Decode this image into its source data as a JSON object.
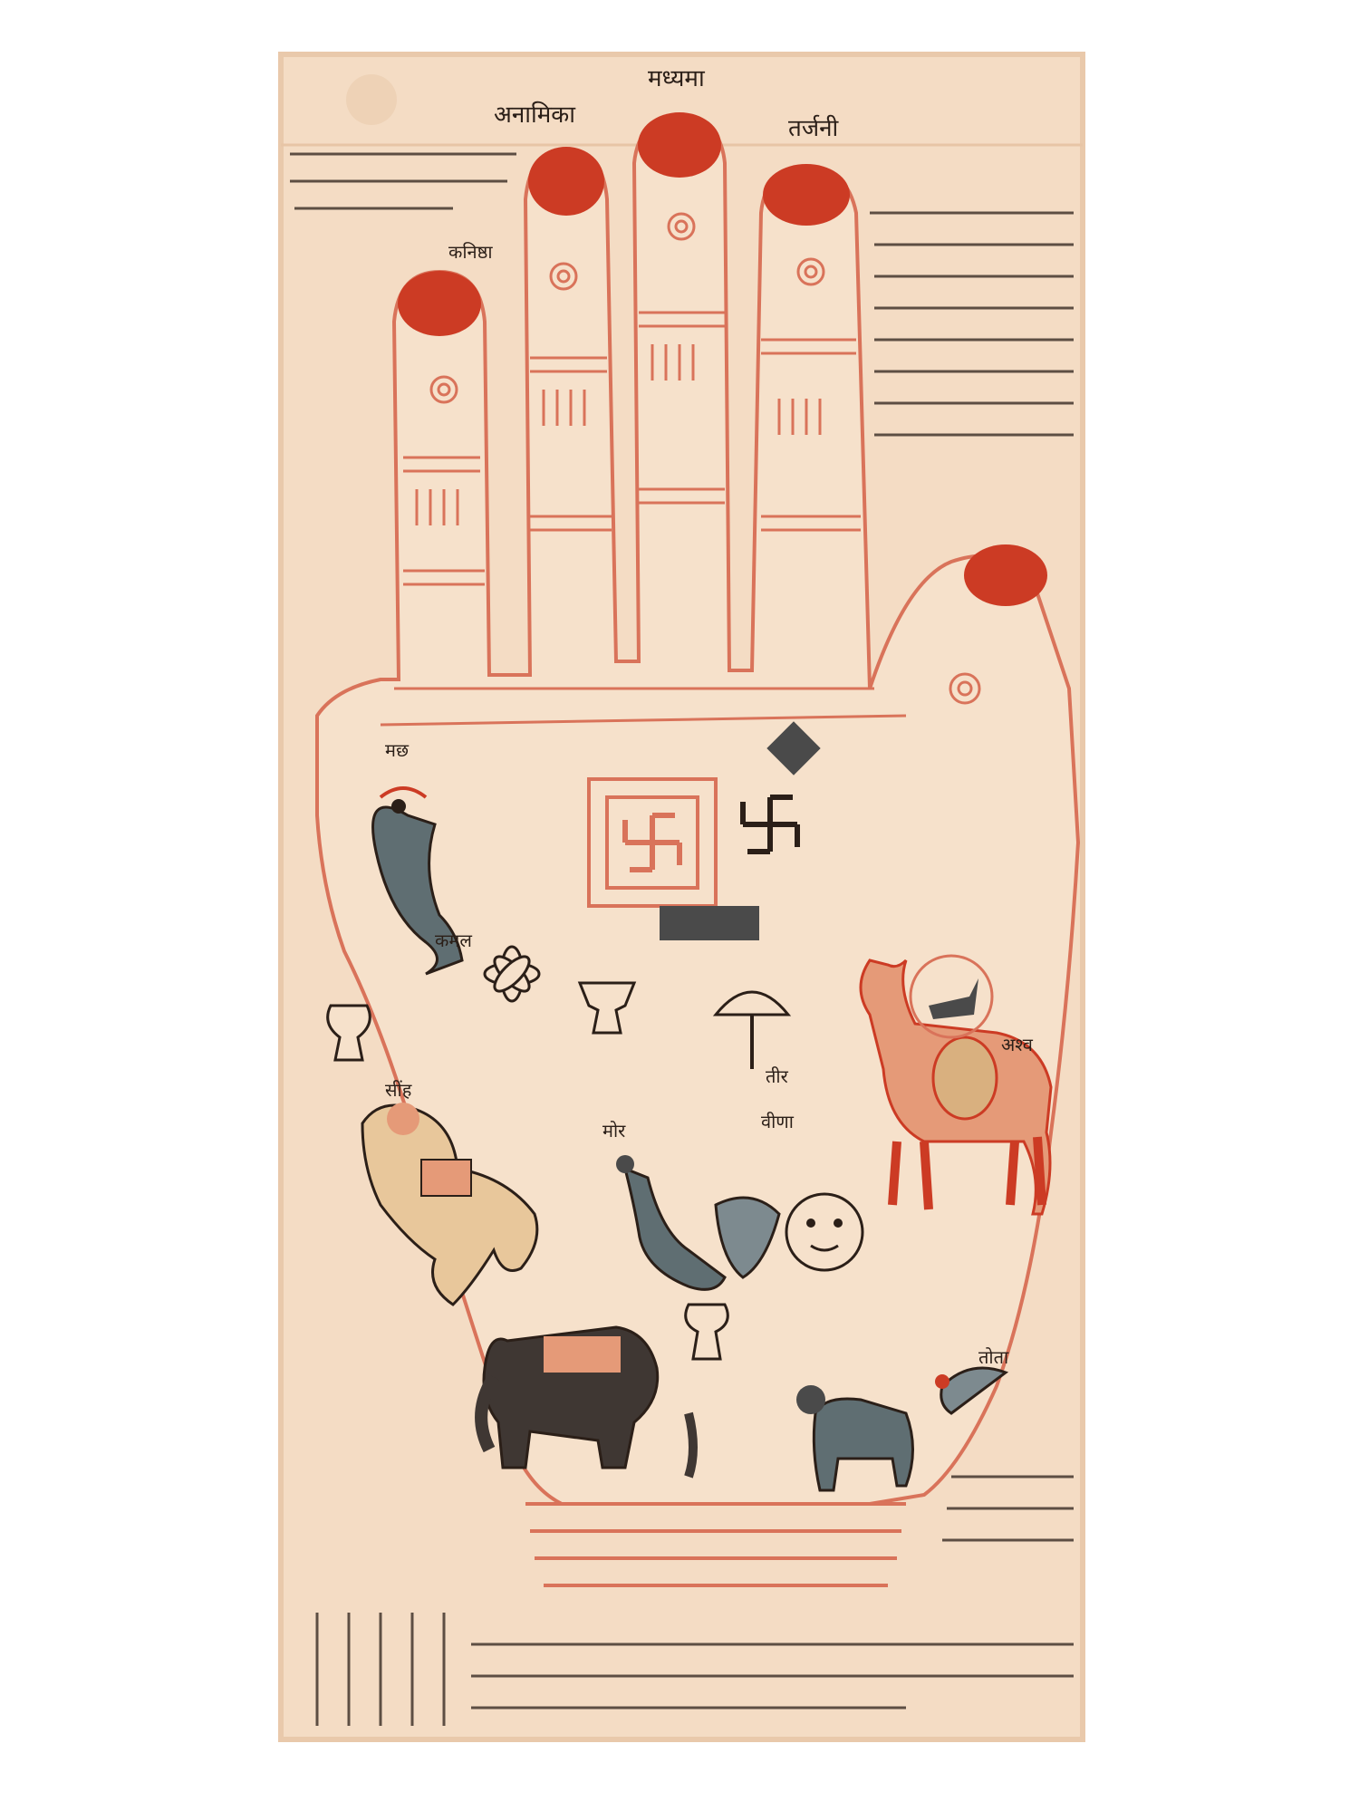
{
  "palette": {
    "page": "#ffffff",
    "paper": "#f4dcc4",
    "paper_edge": "#e9c9ab",
    "outline": "#d9735a",
    "red": "#cc3b24",
    "ink": "#2b1f18",
    "dark_grey": "#4a4a4a",
    "blue_grey": "#7d8a8f",
    "tan": "#d9b07f",
    "salmon": "#e59a78"
  },
  "labels": {
    "middle_finger": "मध्यमा",
    "ring_finger": "अनामिका",
    "index_finger": "तर्जनी",
    "little_finger": "कनिष्ठा",
    "lotus": "कमल",
    "lion": "सींह",
    "peacock": "मोर",
    "horse": "अश्व",
    "fish": "मछ",
    "arrow": "तीर",
    "veena": "वीणा",
    "parrot": "तोता"
  },
  "finger_ratios": {
    "little": 0.7,
    "ring": 0.88,
    "middle": 1.0,
    "index": 0.88
  },
  "icons": [
    "hand-icon",
    "swastika-icon",
    "fish-icon",
    "horse-icon",
    "elephant-icon",
    "lion-icon",
    "peacock-icon",
    "bull-icon",
    "parrot-icon",
    "sun-face-icon",
    "umbrella-icon",
    "lotus-flower-icon",
    "kalash-pot-icon",
    "conch-icon"
  ]
}
